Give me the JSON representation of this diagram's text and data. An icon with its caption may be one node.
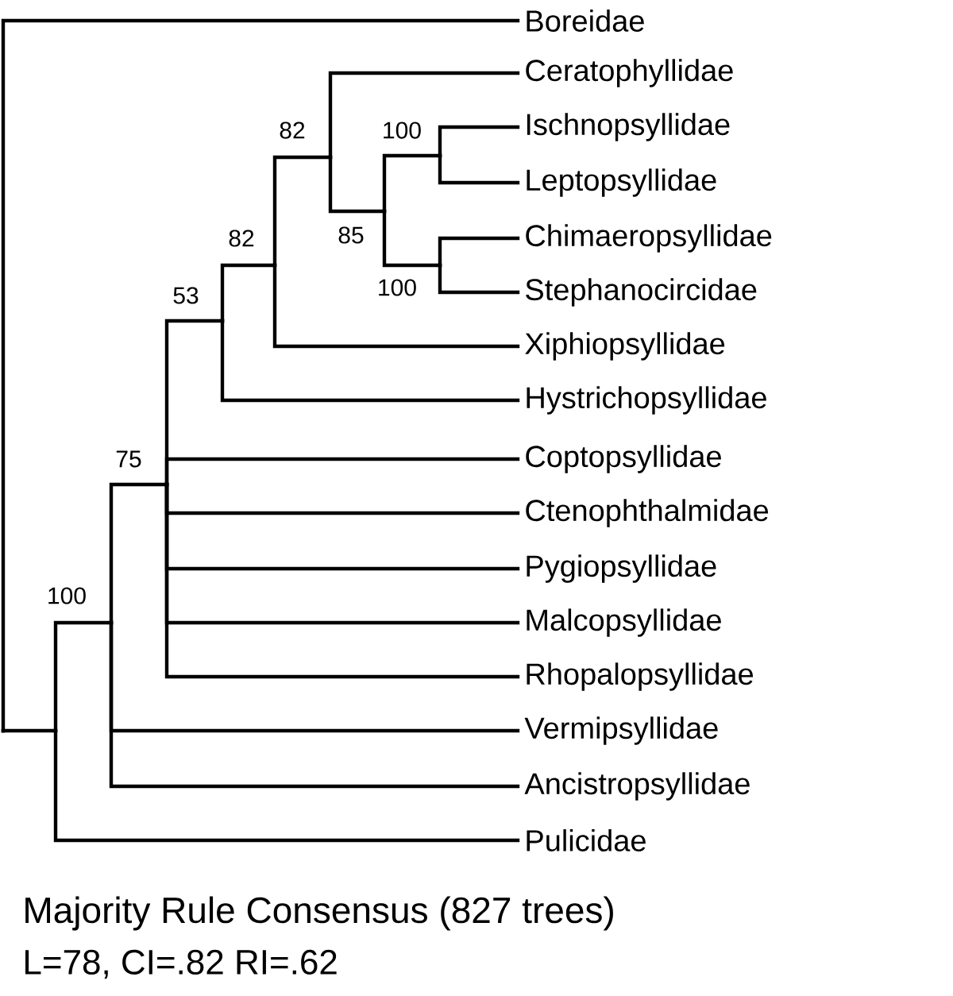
{
  "diagram": {
    "caption": "Majority Rule Consensus (827 trees)",
    "nodes": [
      {
        "text": [
          "Boreidae"
        ]
      },
      {
        "text": [
          "Ceratophyllidae"
        ]
      },
      {
        "text": [
          "Ischnopsyllidae"
        ]
      },
      {
        "text": [
          "Leptopsyllidae"
        ]
      },
      {
        "text": [
          "Chimaeropsyllidae"
        ]
      },
      {
        "text": [
          "Stephanocircidae"
        ]
      },
      {
        "text": [
          "Xiphiopsyllidae"
        ]
      },
      {
        "text": [
          "Hystrichopsyllidae"
        ]
      },
      {
        "text": [
          "Coptopsyllidae"
        ]
      },
      {
        "text": [
          "Ctenophthalmidae"
        ]
      },
      {
        "text": [
          "Pygiopsyllidae"
        ]
      },
      {
        "text": [
          "Malcopsyllidae"
        ]
      },
      {
        "text": [
          "Rhopalopsyllidae"
        ]
      },
      {
        "text": [
          "Vermipsyllidae"
        ]
      },
      {
        "text": [
          "Ancistropsyllidae"
        ]
      },
      {
        "text": [
          "Pulicidae"
        ]
      },
      {
        "text": [],
        "shape": "point"
      },
      {
        "text": [],
        "shape": "point"
      },
      {
        "text": [],
        "shape": "point",
        "beside": [
          "100"
        ]
      },
      {
        "text": [],
        "shape": "point",
        "beside": [
          "75"
        ]
      },
      {
        "text": [],
        "shape": "point",
        "beside": [
          "53"
        ]
      },
      {
        "text": [],
        "shape": "point",
        "beside": [
          "82"
        ]
      },
      {
        "text": [],
        "shape": "point",
        "beside": [
          "82"
        ]
      },
      {
        "text": [],
        "shape": "point",
        "beside": [
          "85"
        ]
      },
      {
        "text": [],
        "shape": "point",
        "beside": [
          "100"
        ]
      },
      {
        "text": [],
        "shape": "point",
        "beside": [
          "100"
        ]
      }
    ],
    "edges": [
      {
        "from": 16,
        "to": 0,
        "arrow": "none"
      },
      {
        "from": 16,
        "to": 17,
        "arrow": "none"
      },
      {
        "from": 17,
        "to": 18,
        "arrow": "none"
      },
      {
        "from": 17,
        "to": 15,
        "arrow": "none"
      },
      {
        "from": 18,
        "to": 19,
        "arrow": "none"
      },
      {
        "from": 18,
        "to": 13,
        "arrow": "none"
      },
      {
        "from": 18,
        "to": 14,
        "arrow": "none"
      },
      {
        "from": 19,
        "to": 20,
        "arrow": "none"
      },
      {
        "from": 19,
        "to": 8,
        "arrow": "none"
      },
      {
        "from": 19,
        "to": 9,
        "arrow": "none"
      },
      {
        "from": 19,
        "to": 10,
        "arrow": "none"
      },
      {
        "from": 19,
        "to": 11,
        "arrow": "none"
      },
      {
        "from": 19,
        "to": 12,
        "arrow": "none"
      },
      {
        "from": 20,
        "to": 21,
        "arrow": "none"
      },
      {
        "from": 20,
        "to": 7,
        "arrow": "none"
      },
      {
        "from": 21,
        "to": 22,
        "arrow": "none"
      },
      {
        "from": 21,
        "to": 6,
        "arrow": "none"
      },
      {
        "from": 22,
        "to": 1,
        "arrow": "none"
      },
      {
        "from": 22,
        "to": 23,
        "arrow": "none"
      },
      {
        "from": 23,
        "to": 24,
        "arrow": "none"
      },
      {
        "from": 23,
        "to": 25,
        "arrow": "none"
      },
      {
        "from": 24,
        "to": 2,
        "arrow": "none"
      },
      {
        "from": 24,
        "to": 3,
        "arrow": "none"
      },
      {
        "from": 25,
        "to": 4,
        "arrow": "none"
      },
      {
        "from": 25,
        "to": 5,
        "arrow": "none"
      }
    ],
    "labels": [
      "L=78, CI=.82 RI=.62"
    ]
  }
}
